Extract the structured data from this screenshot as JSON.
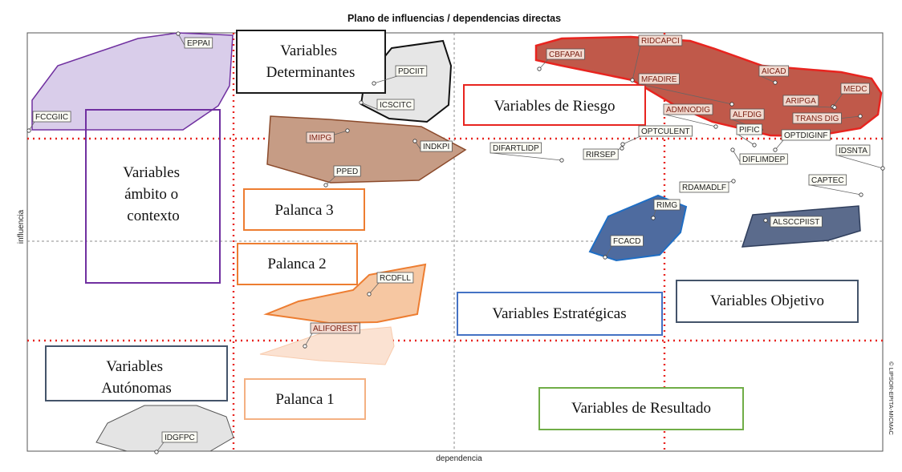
{
  "title": "Plano de influencias / dependencias directas",
  "axis": {
    "x": "dependencia",
    "y": "influencia"
  },
  "watermark": "© LIPSOR-EPITA-MICMAC",
  "zones": [
    {
      "id": "determinantes",
      "lines": [
        "Variables",
        "Determinantes"
      ],
      "color": "#1a1a1a"
    },
    {
      "id": "riesgo",
      "lines": [
        "Variables de Riesgo"
      ],
      "color": "#e8241f"
    },
    {
      "id": "ambito",
      "lines": [
        "Variables",
        "ámbito o",
        "contexto"
      ],
      "color": "#7030a0"
    },
    {
      "id": "palanca3",
      "lines": [
        "Palanca 3"
      ],
      "color": "#ed7d31"
    },
    {
      "id": "palanca2",
      "lines": [
        "Palanca 2"
      ],
      "color": "#ed7d31"
    },
    {
      "id": "estrategicas",
      "lines": [
        "Variables Estratégicas"
      ],
      "color": "#4472c4"
    },
    {
      "id": "objetivo",
      "lines": [
        "Variables Objetivo"
      ],
      "color": "#44546a"
    },
    {
      "id": "autonomas",
      "lines": [
        "Variables",
        "Autónomas"
      ],
      "color": "#44546a"
    },
    {
      "id": "palanca1",
      "lines": [
        "Palanca 1"
      ],
      "color": "#f4b183"
    },
    {
      "id": "resultado",
      "lines": [
        "Variables de Resultado"
      ],
      "color": "#70ad47"
    }
  ],
  "variables": [
    "EPPAI",
    "FCCGIIC",
    "PDCIIT",
    "ICSCITC",
    "IMIPG",
    "INDKPI",
    "PPED",
    "CBFAPAI",
    "RIDCAPCI",
    "MFADIRE",
    "AICAD",
    "MEDC",
    "ADMNODIG",
    "ALFDIG",
    "ARIPGA",
    "TRANS DIG",
    "PIFIC",
    "OPTCULENT",
    "OPTDIGINF",
    "IDSNTA",
    "DIFARTLIDP",
    "RIRSEP",
    "DIFLIMDEP",
    "RDAMADLF",
    "CAPTEC",
    "RIMG",
    "FCACD",
    "ALSCCPIIST",
    "RCDFLL",
    "ALIFOREST",
    "IDGFPC"
  ],
  "colors": {
    "grid_red": "#e8241f",
    "purple": "#7030a0",
    "brown": "#a0522d",
    "red_fill": "#c0504d",
    "blue": "#2e75b6",
    "slate": "#44546a",
    "orange": "#ed7d31"
  }
}
